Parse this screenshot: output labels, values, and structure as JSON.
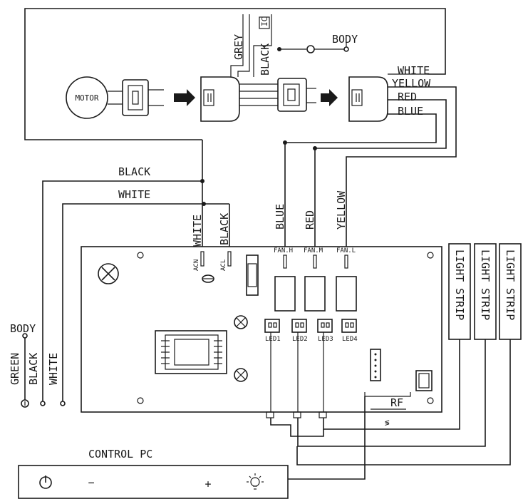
{
  "top_labels": {
    "grey": "GREY",
    "black_ic": "BLACK",
    "ic": "IC",
    "body": "BODY",
    "motor": "MOTOR"
  },
  "fan_wires": {
    "white": "WHITE",
    "yellow": "YELLOW",
    "red": "RED",
    "blue": "BLUE"
  },
  "mains": {
    "black": "BLACK",
    "white": "WHITE"
  },
  "ac_wires": {
    "white": "WHITE",
    "black": "BLACK"
  },
  "speed_wires": {
    "blue": "BLUE",
    "red": "RED",
    "yellow": "YELLOW"
  },
  "board_labels": {
    "acn": "ACN",
    "acl": "ACL",
    "fan_h": "FAN.H",
    "fan_m": "FAN.M",
    "fan_l": "FAN.L",
    "led1": "LED1",
    "led2": "LED2",
    "led3": "LED3",
    "led4": "LED4",
    "rf": "RF"
  },
  "light_strips": [
    "LIGHT STRIP",
    "LIGHT STRIP",
    "LIGHT STRIP"
  ],
  "power_terminals": {
    "body": "BODY",
    "green": "GREEN",
    "black": "BLACK",
    "white": "WHITE"
  },
  "control_panel": {
    "title": "CONTROL PC",
    "minus": "−",
    "plus": "+"
  },
  "colors": {
    "line": "#1a1a1a",
    "background": "#ffffff"
  }
}
